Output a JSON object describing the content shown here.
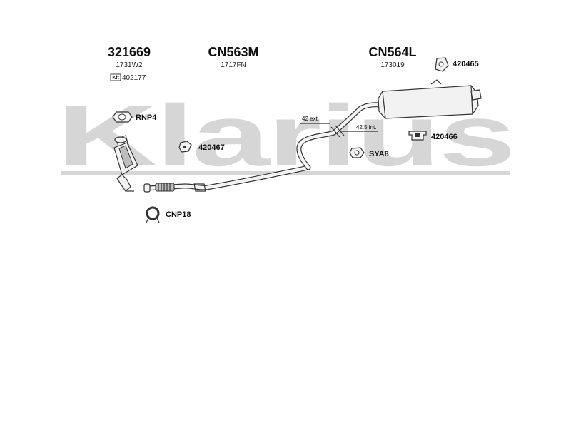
{
  "watermark": {
    "text": "Klarius"
  },
  "assemblies": [
    {
      "code": "321669",
      "sub": "1731W2",
      "kit_label": "Kit",
      "kit_code": "402177"
    },
    {
      "code": "CN563M",
      "sub": "1717FN"
    },
    {
      "code": "CN564L",
      "sub": "173019"
    }
  ],
  "parts": {
    "rnp4": "RNP4",
    "p420467": "420467",
    "cnp18": "CNP18",
    "p420465": "420465",
    "p420466": "420466",
    "sya8": "SYA8"
  },
  "dimensions": {
    "ext": "42 ext.",
    "int": "42.5 int."
  }
}
